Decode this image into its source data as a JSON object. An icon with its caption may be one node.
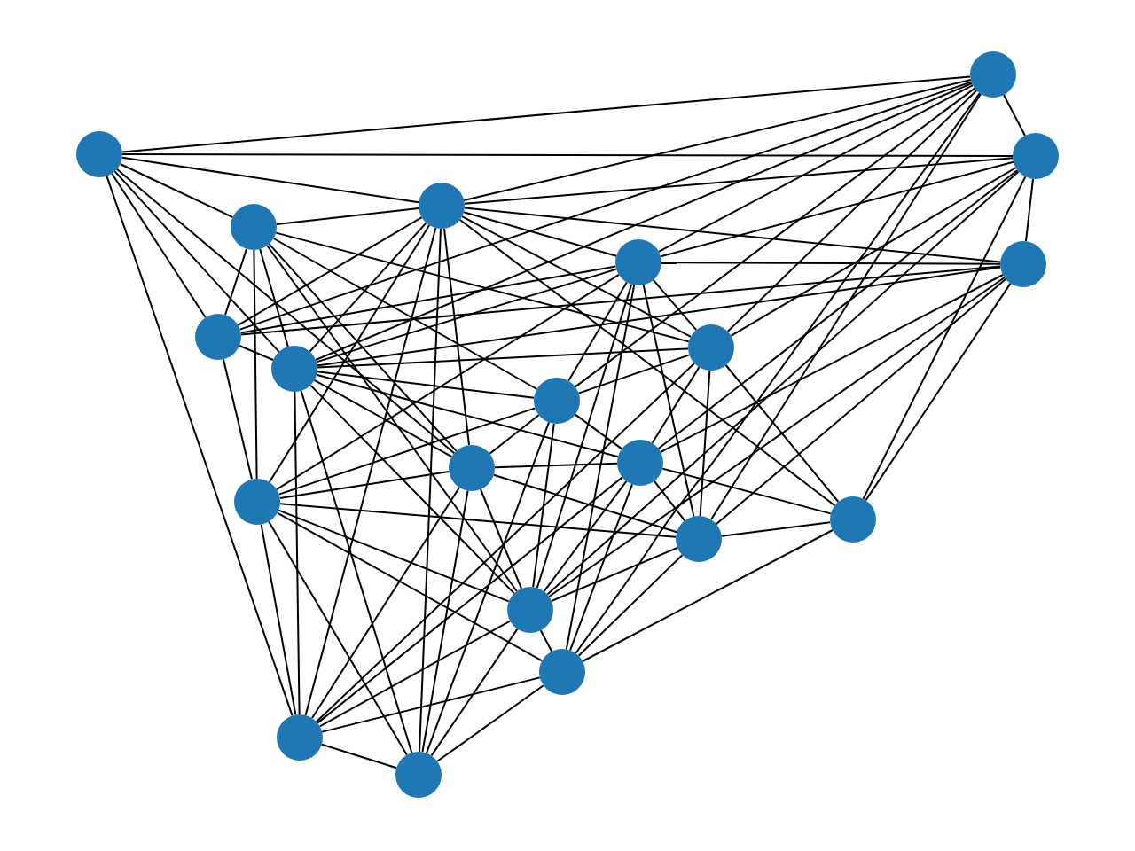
{
  "diagram": {
    "nodes": [
      {
        "text": [],
        "shape": "circle"
      },
      {
        "text": [],
        "shape": "circle"
      },
      {
        "text": [],
        "shape": "circle"
      },
      {
        "text": [],
        "shape": "circle"
      },
      {
        "text": [],
        "shape": "circle"
      },
      {
        "text": [],
        "shape": "circle"
      },
      {
        "text": [],
        "shape": "circle"
      },
      {
        "text": [],
        "shape": "circle"
      },
      {
        "text": [],
        "shape": "circle"
      },
      {
        "text": [],
        "shape": "circle"
      },
      {
        "text": [],
        "shape": "circle"
      },
      {
        "text": [],
        "shape": "circle"
      },
      {
        "text": [],
        "shape": "circle"
      },
      {
        "text": [],
        "shape": "circle"
      },
      {
        "text": [],
        "shape": "circle"
      },
      {
        "text": [],
        "shape": "circle"
      },
      {
        "text": [],
        "shape": "circle"
      },
      {
        "text": [],
        "shape": "circle"
      },
      {
        "text": [],
        "shape": "circle"
      },
      {
        "text": [],
        "shape": "circle"
      }
    ],
    "edges": [
      {
        "from": 0,
        "to": 1,
        "arrow": "none"
      },
      {
        "from": 0,
        "to": 2,
        "arrow": "none"
      },
      {
        "from": 0,
        "to": 4,
        "arrow": "none"
      },
      {
        "from": 0,
        "to": 3,
        "arrow": "none"
      },
      {
        "from": 0,
        "to": 7,
        "arrow": "none"
      },
      {
        "from": 0,
        "to": 8,
        "arrow": "none"
      },
      {
        "from": 0,
        "to": 11,
        "arrow": "none"
      },
      {
        "from": 0,
        "to": 18,
        "arrow": "none"
      },
      {
        "from": 1,
        "to": 2,
        "arrow": "none"
      },
      {
        "from": 1,
        "to": 4,
        "arrow": "none"
      },
      {
        "from": 1,
        "to": 5,
        "arrow": "none"
      },
      {
        "from": 1,
        "to": 7,
        "arrow": "none"
      },
      {
        "from": 1,
        "to": 8,
        "arrow": "none"
      },
      {
        "from": 1,
        "to": 9,
        "arrow": "none"
      },
      {
        "from": 1,
        "to": 10,
        "arrow": "none"
      },
      {
        "from": 1,
        "to": 14,
        "arrow": "none"
      },
      {
        "from": 1,
        "to": 17,
        "arrow": "none"
      },
      {
        "from": 2,
        "to": 6,
        "arrow": "none"
      },
      {
        "from": 2,
        "to": 4,
        "arrow": "none"
      },
      {
        "from": 2,
        "to": 5,
        "arrow": "none"
      },
      {
        "from": 2,
        "to": 9,
        "arrow": "none"
      },
      {
        "from": 2,
        "to": 12,
        "arrow": "none"
      },
      {
        "from": 2,
        "to": 15,
        "arrow": "none"
      },
      {
        "from": 2,
        "to": 16,
        "arrow": "none"
      },
      {
        "from": 6,
        "to": 4,
        "arrow": "none"
      },
      {
        "from": 6,
        "to": 5,
        "arrow": "none"
      },
      {
        "from": 6,
        "to": 7,
        "arrow": "none"
      },
      {
        "from": 6,
        "to": 8,
        "arrow": "none"
      },
      {
        "from": 6,
        "to": 12,
        "arrow": "none"
      },
      {
        "from": 6,
        "to": 14,
        "arrow": "none"
      },
      {
        "from": 6,
        "to": 15,
        "arrow": "none"
      },
      {
        "from": 6,
        "to": 16,
        "arrow": "none"
      },
      {
        "from": 3,
        "to": 4,
        "arrow": "none"
      },
      {
        "from": 3,
        "to": 7,
        "arrow": "none"
      },
      {
        "from": 3,
        "to": 8,
        "arrow": "none"
      },
      {
        "from": 3,
        "to": 9,
        "arrow": "none"
      },
      {
        "from": 3,
        "to": 10,
        "arrow": "none"
      },
      {
        "from": 3,
        "to": 11,
        "arrow": "none"
      },
      {
        "from": 3,
        "to": 13,
        "arrow": "none"
      },
      {
        "from": 3,
        "to": 16,
        "arrow": "none"
      },
      {
        "from": 4,
        "to": 5,
        "arrow": "none"
      },
      {
        "from": 4,
        "to": 7,
        "arrow": "none"
      },
      {
        "from": 4,
        "to": 8,
        "arrow": "none"
      },
      {
        "from": 4,
        "to": 9,
        "arrow": "none"
      },
      {
        "from": 4,
        "to": 11,
        "arrow": "none"
      },
      {
        "from": 4,
        "to": 13,
        "arrow": "none"
      },
      {
        "from": 4,
        "to": 15,
        "arrow": "none"
      },
      {
        "from": 4,
        "to": 18,
        "arrow": "none"
      },
      {
        "from": 4,
        "to": 19,
        "arrow": "none"
      },
      {
        "from": 5,
        "to": 7,
        "arrow": "none"
      },
      {
        "from": 5,
        "to": 8,
        "arrow": "none"
      },
      {
        "from": 5,
        "to": 9,
        "arrow": "none"
      },
      {
        "from": 5,
        "to": 10,
        "arrow": "none"
      },
      {
        "from": 5,
        "to": 13,
        "arrow": "none"
      },
      {
        "from": 5,
        "to": 14,
        "arrow": "none"
      },
      {
        "from": 5,
        "to": 16,
        "arrow": "none"
      },
      {
        "from": 5,
        "to": 17,
        "arrow": "none"
      },
      {
        "from": 7,
        "to": 8,
        "arrow": "none"
      },
      {
        "from": 7,
        "to": 13,
        "arrow": "none"
      },
      {
        "from": 8,
        "to": 9,
        "arrow": "none"
      },
      {
        "from": 8,
        "to": 10,
        "arrow": "none"
      },
      {
        "from": 8,
        "to": 11,
        "arrow": "none"
      },
      {
        "from": 8,
        "to": 12,
        "arrow": "none"
      },
      {
        "from": 8,
        "to": 16,
        "arrow": "none"
      },
      {
        "from": 8,
        "to": 18,
        "arrow": "none"
      },
      {
        "from": 8,
        "to": 19,
        "arrow": "none"
      },
      {
        "from": 9,
        "to": 10,
        "arrow": "none"
      },
      {
        "from": 9,
        "to": 12,
        "arrow": "none"
      },
      {
        "from": 9,
        "to": 14,
        "arrow": "none"
      },
      {
        "from": 9,
        "to": 15,
        "arrow": "none"
      },
      {
        "from": 9,
        "to": 18,
        "arrow": "none"
      },
      {
        "from": 10,
        "to": 11,
        "arrow": "none"
      },
      {
        "from": 10,
        "to": 12,
        "arrow": "none"
      },
      {
        "from": 10,
        "to": 13,
        "arrow": "none"
      },
      {
        "from": 10,
        "to": 16,
        "arrow": "none"
      },
      {
        "from": 10,
        "to": 19,
        "arrow": "none"
      },
      {
        "from": 11,
        "to": 12,
        "arrow": "none"
      },
      {
        "from": 11,
        "to": 13,
        "arrow": "none"
      },
      {
        "from": 11,
        "to": 14,
        "arrow": "none"
      },
      {
        "from": 11,
        "to": 16,
        "arrow": "none"
      },
      {
        "from": 11,
        "to": 18,
        "arrow": "none"
      },
      {
        "from": 11,
        "to": 19,
        "arrow": "none"
      },
      {
        "from": 12,
        "to": 14,
        "arrow": "none"
      },
      {
        "from": 12,
        "to": 15,
        "arrow": "none"
      },
      {
        "from": 12,
        "to": 16,
        "arrow": "none"
      },
      {
        "from": 12,
        "to": 17,
        "arrow": "none"
      },
      {
        "from": 12,
        "to": 18,
        "arrow": "none"
      },
      {
        "from": 13,
        "to": 14,
        "arrow": "none"
      },
      {
        "from": 13,
        "to": 16,
        "arrow": "none"
      },
      {
        "from": 13,
        "to": 17,
        "arrow": "none"
      },
      {
        "from": 13,
        "to": 18,
        "arrow": "none"
      },
      {
        "from": 13,
        "to": 19,
        "arrow": "none"
      },
      {
        "from": 14,
        "to": 15,
        "arrow": "none"
      },
      {
        "from": 14,
        "to": 16,
        "arrow": "none"
      },
      {
        "from": 14,
        "to": 17,
        "arrow": "none"
      },
      {
        "from": 15,
        "to": 17,
        "arrow": "none"
      },
      {
        "from": 16,
        "to": 17,
        "arrow": "none"
      },
      {
        "from": 16,
        "to": 18,
        "arrow": "none"
      },
      {
        "from": 16,
        "to": 19,
        "arrow": "none"
      },
      {
        "from": 17,
        "to": 18,
        "arrow": "none"
      },
      {
        "from": 17,
        "to": 19,
        "arrow": "none"
      },
      {
        "from": 18,
        "to": 19,
        "arrow": "none"
      }
    ]
  }
}
